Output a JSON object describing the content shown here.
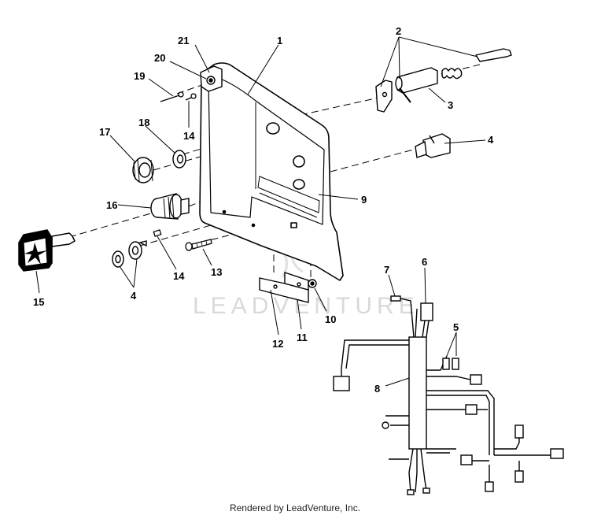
{
  "watermark": "LEADVENTURE",
  "footer": "Rendered by LeadVenture, Inc.",
  "callouts": {
    "c1": "1",
    "c2": "2",
    "c3": "3",
    "c4a": "4",
    "c4b": "4",
    "c5": "5",
    "c6": "6",
    "c7": "7",
    "c8": "8",
    "c9": "9",
    "c10": "10",
    "c11": "11",
    "c12": "12",
    "c13": "13",
    "c14a": "14",
    "c14b": "14",
    "c15": "15",
    "c16": "16",
    "c17": "17",
    "c18": "18",
    "c19": "19",
    "c20": "20",
    "c21": "21"
  }
}
